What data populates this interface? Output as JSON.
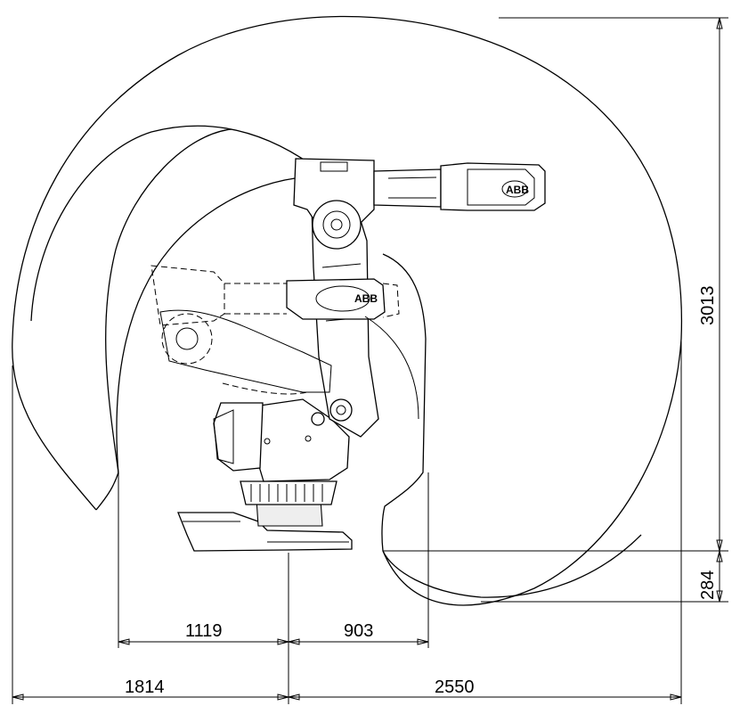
{
  "dimensions": {
    "inner_left": "1119",
    "inner_right": "903",
    "outer_left": "1814",
    "outer_right": "2550",
    "height_top": "3013",
    "height_bottom": "284"
  },
  "logo": {
    "text_upper": "ABB",
    "text_lower": "ABB"
  }
}
